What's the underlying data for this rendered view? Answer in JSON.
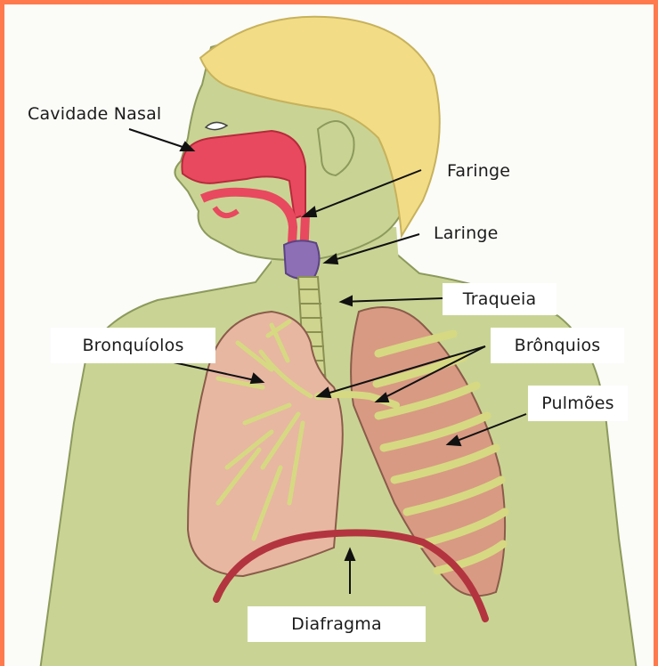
{
  "labels": {
    "nasal": "Cavidade Nasal",
    "faringe": "Faringe",
    "laringe": "Laringe",
    "traqueia": "Traqueia",
    "bronquiolos": "Bronquíolos",
    "bronquios": "Brônquios",
    "pulmoes": "Pulmões",
    "diafragma": "Diafragma"
  },
  "colors": {
    "frame": "#ff7a4d",
    "skin": "#c9d494",
    "hair": "#f2dc86",
    "nasal": "#e8495e",
    "larynx": "#8c6fb5",
    "trachea": "#cfd48e",
    "lung_left": "#e7b7a1",
    "lung_right": "#d89a83",
    "bronchi": "#d6d982",
    "diaphragm": "#b3343f"
  }
}
